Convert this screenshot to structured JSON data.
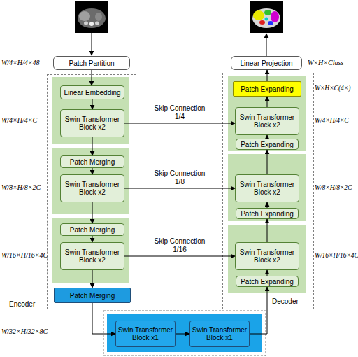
{
  "diagram": {
    "nodes": [
      {
        "text": [
          "Patch Partition"
        ]
      },
      {
        "text": [
          "Linear Projection"
        ]
      },
      {
        "text": [
          "Encoder"
        ]
      },
      {
        "text": [
          "Linear Embedding"
        ],
        "in": 2
      },
      {
        "text": [
          "Swin Transformer Block x2"
        ],
        "in": 2
      },
      {
        "text": [
          "Patch Merging"
        ],
        "in": 2
      },
      {
        "text": [
          "Swin Transformer Block x2"
        ],
        "in": 2
      },
      {
        "text": [
          "Patch Merging"
        ],
        "in": 2
      },
      {
        "text": [
          "Swin Transformer Block x2"
        ],
        "in": 2
      },
      {
        "text": [
          "Patch Merging"
        ],
        "in": 2
      },
      {
        "text": [
          "Decoder"
        ]
      },
      {
        "text": [
          "Patch Expanding"
        ],
        "in": 10
      },
      {
        "text": [
          "Swin Transformer Block x2"
        ],
        "in": 10
      },
      {
        "text": [
          "Patch Expanding"
        ],
        "in": 10
      },
      {
        "text": [
          "Swin Transformer Block x2"
        ],
        "in": 10
      },
      {
        "text": [
          "Patch Expanding"
        ],
        "in": 10
      },
      {
        "text": [
          "Swin Transformer Block x2"
        ],
        "in": 10
      },
      {
        "text": [
          "Patch Expanding"
        ],
        "in": 10
      },
      {
        "text": [
          "Swin Transformer Block x1"
        ]
      },
      {
        "text": [
          "Swin Transformer Block x1"
        ]
      }
    ],
    "edges": [
      {
        "from": 0,
        "to": 3,
        "arrow": "to"
      },
      {
        "from": 3,
        "to": 4,
        "arrow": "to"
      },
      {
        "from": 4,
        "to": 5,
        "arrow": "to"
      },
      {
        "from": 5,
        "to": 6,
        "arrow": "to"
      },
      {
        "from": 6,
        "to": 7,
        "arrow": "to"
      },
      {
        "from": 7,
        "to": 8,
        "arrow": "to"
      },
      {
        "from": 8,
        "to": 9,
        "arrow": "to"
      },
      {
        "from": 9,
        "to": 18,
        "arrow": "to"
      },
      {
        "from": 18,
        "to": 19,
        "arrow": "to"
      },
      {
        "from": 19,
        "to": 17,
        "arrow": "to"
      },
      {
        "from": 17,
        "to": 16,
        "arrow": "to"
      },
      {
        "from": 16,
        "to": 15,
        "arrow": "to"
      },
      {
        "from": 15,
        "to": 14,
        "arrow": "to"
      },
      {
        "from": 14,
        "to": 13,
        "arrow": "to"
      },
      {
        "from": 13,
        "to": 12,
        "arrow": "to"
      },
      {
        "from": 12,
        "to": 11,
        "arrow": "to"
      },
      {
        "from": 11,
        "to": 1,
        "arrow": "to"
      },
      {
        "from": 4,
        "to": 12,
        "label": "Skip Connection 1/4",
        "arrow": "to"
      },
      {
        "from": 6,
        "to": 14,
        "label": "Skip Connection 1/8",
        "arrow": "to"
      },
      {
        "from": 8,
        "to": 16,
        "label": "Skip Connection 1/16",
        "arrow": "to"
      }
    ],
    "labels": [
      "W/4×H/4×48",
      "W/4×H/4×C",
      "W/8×H/8×2C",
      "W/16×H/16×4C",
      "W/32×H/32×8C",
      "W×H×Class",
      "W×H×C(4×)",
      "W/4×H/4×C",
      "W/8×H/8×2C",
      "W/16×H/16×4C"
    ]
  }
}
